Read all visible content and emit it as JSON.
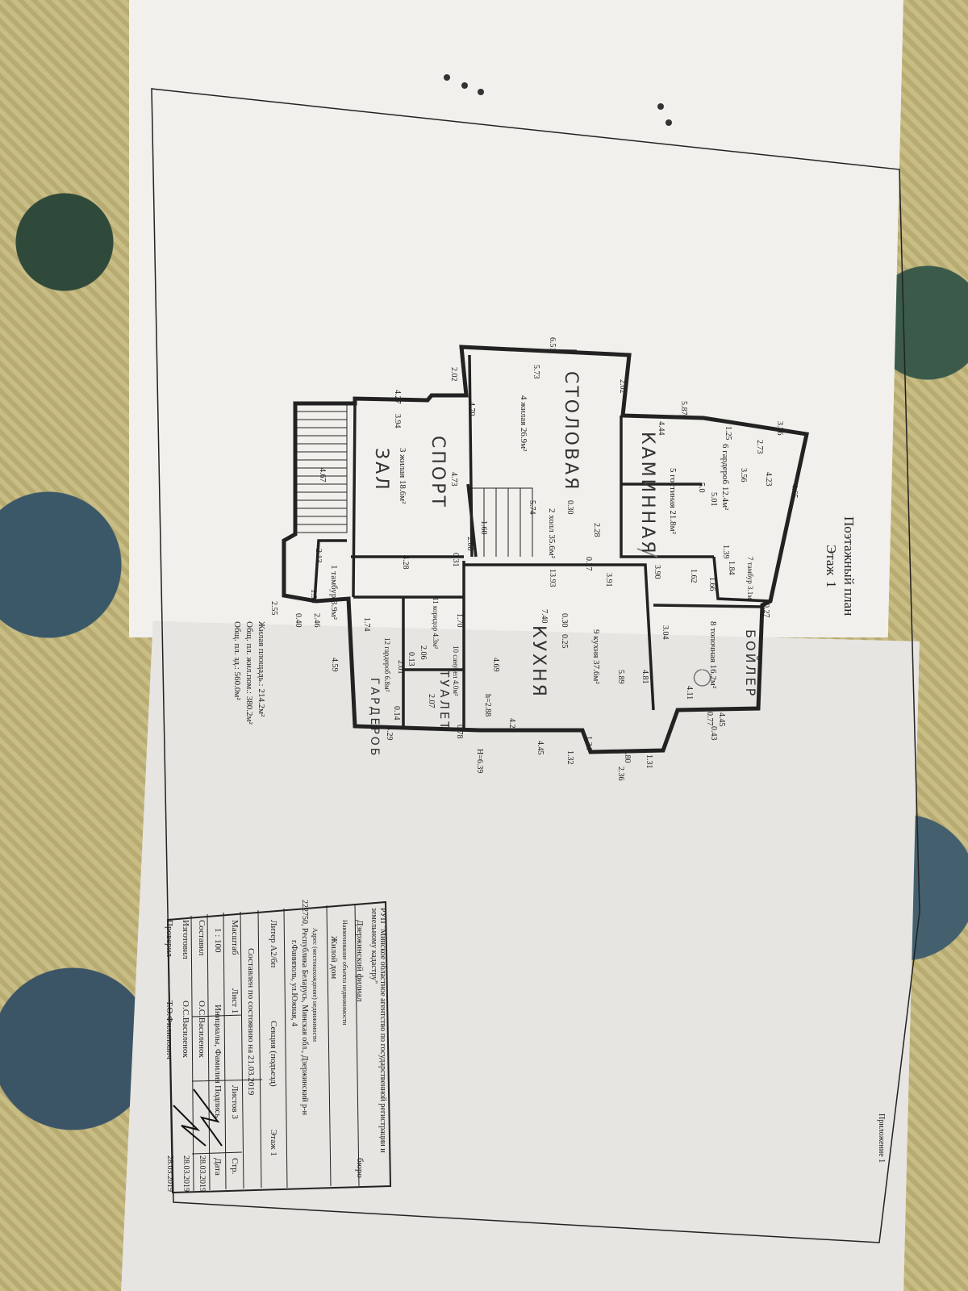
{
  "header": {
    "title": "Поэтажный план",
    "floor_label": "Этаж",
    "floor_number": "1",
    "appendix": "Приложение 1"
  },
  "rooms": [
    {
      "no": "1",
      "type": "тамбур",
      "area": "3.9м²"
    },
    {
      "no": "2",
      "type": "холл",
      "area": "35.6м²"
    },
    {
      "no": "3",
      "type": "жилая",
      "area": "18.6м²"
    },
    {
      "no": "4",
      "type": "жилая",
      "area": "26.9м²"
    },
    {
      "no": "5",
      "type": "гостиная",
      "area": "21.8м²"
    },
    {
      "no": "6",
      "type": "гардероб",
      "area": "12.4м²"
    },
    {
      "no": "7",
      "type": "тамбур",
      "area": "3.1м²"
    },
    {
      "no": "8",
      "type": "топочная",
      "area": "16.2м²"
    },
    {
      "no": "9",
      "type": "кухня",
      "area": "37.6м²"
    },
    {
      "no": "10",
      "type": "санузел",
      "area": "4.0м²"
    },
    {
      "no": "11",
      "type": "коридор",
      "area": "4.3м²"
    },
    {
      "no": "12",
      "type": "гардероб",
      "area": "6.8м²"
    }
  ],
  "handwritten": [
    "СТОЛОВАЯ",
    "СПОРТ",
    "ЗАЛ",
    "КАМИННАЯ",
    "КУХНЯ",
    "ТУАЛЕТ",
    "ГАРДЕРОБ",
    "БОЙЛЕР"
  ],
  "dimensions": [
    "6.51",
    "5.73",
    "2.02",
    "2.02",
    "5.87",
    "4.44",
    "3.26",
    "2.73",
    "1.25",
    "3.56",
    "4.65",
    "4.23",
    "5.01",
    "5.0",
    "1.39",
    "4.27",
    "3.94",
    "4.70",
    "4.73",
    "4.67",
    "0.30",
    "2.28",
    "5.74",
    "1.60",
    "2.08",
    "0.31",
    "4.28",
    "0.27",
    "3.90",
    "3.91",
    "1.84",
    "1.66",
    "1.62",
    "13.93",
    "7.40",
    "0.30",
    "0.25",
    "2.13",
    "1.96",
    "2.55",
    "2.46",
    "0.40",
    "1.74",
    "1.70",
    "2.06",
    "4.59",
    "0.13",
    "2.01",
    "0.14",
    "2.07",
    "4.69",
    "h=2.88",
    "4.27",
    "5.89",
    "4.81",
    "3.04",
    "0.27",
    "4.11",
    "0.77",
    "4.45",
    "0.43",
    "0.78",
    "4.45",
    "4.29",
    "1.34",
    "1.80",
    "1.31",
    "1.32",
    "2.36",
    "H=6.39"
  ],
  "summary": {
    "living": "Жилая площадь.: 214.2м²",
    "total_living": "Общ. пл. жил.пом.: 380.2м²",
    "total": "Общ. пл. зд.: 560.0м²"
  },
  "title_block": {
    "org": "РУП \"Минское областное агентство по государственной регистрации и земельному кадастру\"",
    "branch": "Дзержинский филиал",
    "bureau": "бюро",
    "object_caption": "Наименование объекта недвижимости",
    "object": "Жилой дом",
    "address_caption": "Адрес (местонахождение) недвижимости",
    "address": "222750, Республика Беларусь, Минская обл., Дзержинский р-н",
    "address2": "г.Фаниполь, ул.Южная, 4",
    "liter": "Литер А2/бп",
    "section": "Секция (подъезд)",
    "floor": "Этаж 1",
    "as_of": "Составлен по состоянию на 21.03.2019",
    "scale_label": "Масштаб",
    "sheet": "Лист 1",
    "sheets": "Листов 3",
    "page": "Стр.",
    "scale": "1 : 100",
    "col_name": "Инициалы, Фамилия",
    "col_sign": "Подпись",
    "col_date": "Дата",
    "rows": [
      {
        "role": "Составил",
        "name": "О.С.Василенок",
        "date": "28.03.2019"
      },
      {
        "role": "Изготовил",
        "name": "О.С.Василенок",
        "date": "28.03.2019"
      },
      {
        "role": "Проверил",
        "name": "Т.О.Филипович",
        "date": "28.03.2019"
      }
    ]
  }
}
